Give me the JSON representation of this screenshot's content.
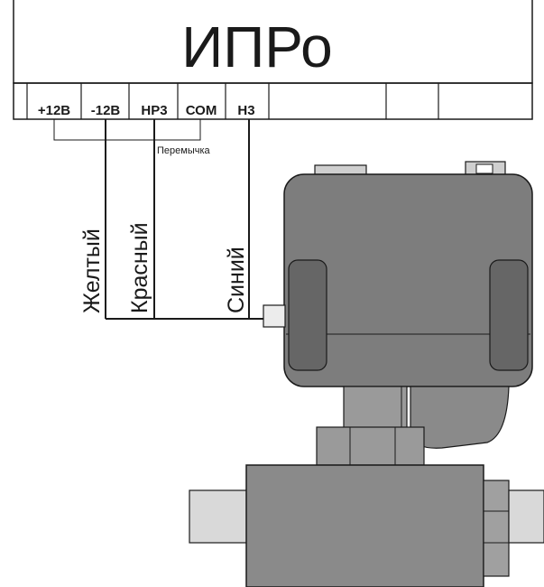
{
  "controller": {
    "title": "ИПРо",
    "terminals": [
      "+12В",
      "-12В",
      "НР3",
      "СОМ",
      "Н3"
    ]
  },
  "jumper": {
    "label": "Перемычка"
  },
  "wires": {
    "yellow": "Желтый",
    "red": "Красный",
    "blue": "Синий"
  },
  "colors": {
    "line": "#1a1a1a",
    "actuator_body": "#7d7d7d",
    "actuator_shade": "#666666",
    "valve_body": "#8a8a8a",
    "pipe": "#d9d9d9"
  }
}
